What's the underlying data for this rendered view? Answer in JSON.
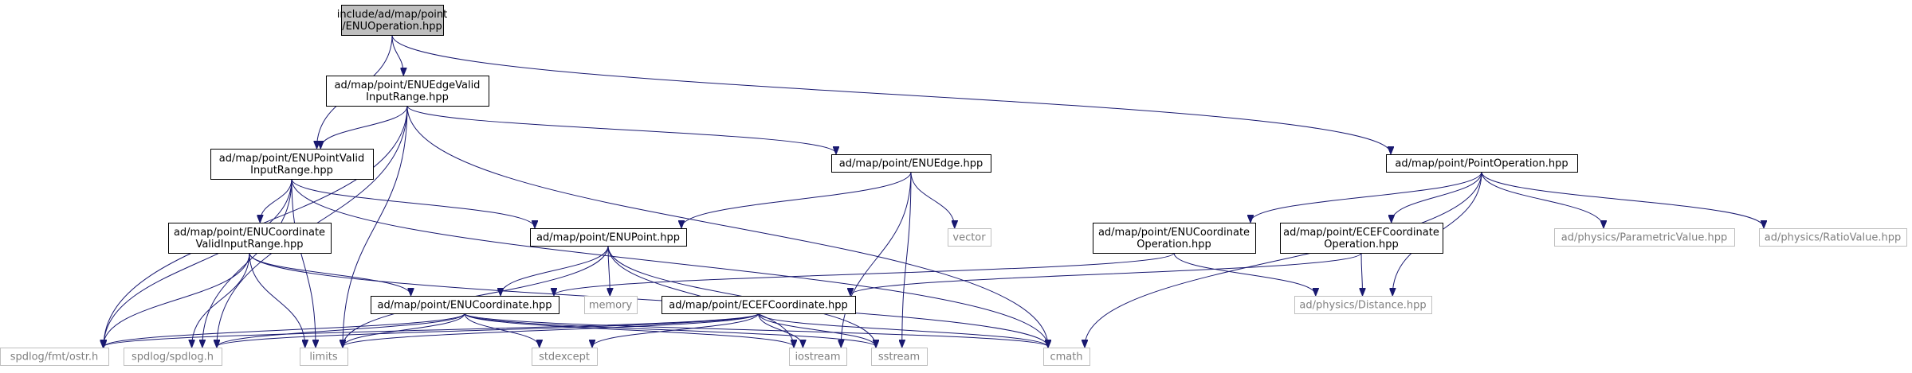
{
  "colors": {
    "edge": "#191970",
    "root_fill": "#bfbfbf",
    "node_border": "#000000",
    "external_border": "#bfbfbf",
    "external_text": "#808080",
    "text": "#000000",
    "background": "#ffffff"
  },
  "nodes": [
    {
      "id": "enu_operation",
      "lines": [
        "include/ad/map/point",
        "/ENUOperation.hpp"
      ],
      "kind": "root"
    },
    {
      "id": "enu_edge_valid",
      "lines": [
        "ad/map/point/ENUEdgeValid",
        "InputRange.hpp"
      ],
      "kind": "internal"
    },
    {
      "id": "enu_point_valid",
      "lines": [
        "ad/map/point/ENUPointValid",
        "InputRange.hpp"
      ],
      "kind": "internal"
    },
    {
      "id": "enu_edge",
      "lines": [
        "ad/map/point/ENUEdge.hpp"
      ],
      "kind": "internal"
    },
    {
      "id": "point_operation",
      "lines": [
        "ad/map/point/PointOperation.hpp"
      ],
      "kind": "internal"
    },
    {
      "id": "enu_coord_valid",
      "lines": [
        "ad/map/point/ENUCoordinate",
        "ValidInputRange.hpp"
      ],
      "kind": "internal"
    },
    {
      "id": "enu_point",
      "lines": [
        "ad/map/point/ENUPoint.hpp"
      ],
      "kind": "internal"
    },
    {
      "id": "vector",
      "lines": [
        "vector"
      ],
      "kind": "external"
    },
    {
      "id": "enu_coord_op",
      "lines": [
        "ad/map/point/ENUCoordinate",
        "Operation.hpp"
      ],
      "kind": "internal"
    },
    {
      "id": "ecef_coord_op",
      "lines": [
        "ad/map/point/ECEFCoordinate",
        "Operation.hpp"
      ],
      "kind": "internal"
    },
    {
      "id": "parametric_value",
      "lines": [
        "ad/physics/ParametricValue.hpp"
      ],
      "kind": "external"
    },
    {
      "id": "ratio_value",
      "lines": [
        "ad/physics/RatioValue.hpp"
      ],
      "kind": "external"
    },
    {
      "id": "enu_coordinate",
      "lines": [
        "ad/map/point/ENUCoordinate.hpp"
      ],
      "kind": "internal"
    },
    {
      "id": "memory",
      "lines": [
        "memory"
      ],
      "kind": "external"
    },
    {
      "id": "ecef_coordinate",
      "lines": [
        "ad/map/point/ECEFCoordinate.hpp"
      ],
      "kind": "internal"
    },
    {
      "id": "distance",
      "lines": [
        "ad/physics/Distance.hpp"
      ],
      "kind": "external"
    },
    {
      "id": "ostr",
      "lines": [
        "spdlog/fmt/ostr.h"
      ],
      "kind": "external"
    },
    {
      "id": "spdlog",
      "lines": [
        "spdlog/spdlog.h"
      ],
      "kind": "external"
    },
    {
      "id": "limits",
      "lines": [
        "limits"
      ],
      "kind": "external"
    },
    {
      "id": "stdexcept",
      "lines": [
        "stdexcept"
      ],
      "kind": "external"
    },
    {
      "id": "iostream",
      "lines": [
        "iostream"
      ],
      "kind": "external"
    },
    {
      "id": "sstream",
      "lines": [
        "sstream"
      ],
      "kind": "external"
    },
    {
      "id": "cmath",
      "lines": [
        "cmath"
      ],
      "kind": "external"
    }
  ],
  "edges": [
    [
      "enu_operation",
      "enu_edge_valid"
    ],
    [
      "enu_operation",
      "enu_point_valid"
    ],
    [
      "enu_operation",
      "point_operation"
    ],
    [
      "enu_edge_valid",
      "enu_point_valid"
    ],
    [
      "enu_edge_valid",
      "enu_edge"
    ],
    [
      "enu_edge_valid",
      "ostr"
    ],
    [
      "enu_edge_valid",
      "spdlog"
    ],
    [
      "enu_edge_valid",
      "limits"
    ],
    [
      "enu_edge_valid",
      "cmath"
    ],
    [
      "enu_point_valid",
      "enu_coord_valid"
    ],
    [
      "enu_point_valid",
      "enu_point"
    ],
    [
      "enu_point_valid",
      "ostr"
    ],
    [
      "enu_point_valid",
      "spdlog"
    ],
    [
      "enu_point_valid",
      "limits"
    ],
    [
      "enu_point_valid",
      "cmath"
    ],
    [
      "enu_edge",
      "enu_point"
    ],
    [
      "enu_edge",
      "vector"
    ],
    [
      "enu_edge",
      "iostream"
    ],
    [
      "enu_edge",
      "sstream"
    ],
    [
      "point_operation",
      "enu_coord_op"
    ],
    [
      "point_operation",
      "ecef_coord_op"
    ],
    [
      "point_operation",
      "parametric_value"
    ],
    [
      "point_operation",
      "ratio_value"
    ],
    [
      "point_operation",
      "distance"
    ],
    [
      "point_operation",
      "cmath"
    ],
    [
      "enu_coord_valid",
      "enu_coordinate"
    ],
    [
      "enu_coord_valid",
      "ostr"
    ],
    [
      "enu_coord_valid",
      "spdlog"
    ],
    [
      "enu_coord_valid",
      "limits"
    ],
    [
      "enu_coord_valid",
      "cmath"
    ],
    [
      "enu_point",
      "enu_coordinate"
    ],
    [
      "enu_point",
      "memory"
    ],
    [
      "enu_point",
      "limits"
    ],
    [
      "enu_point",
      "iostream"
    ],
    [
      "enu_point",
      "sstream"
    ],
    [
      "enu_coord_op",
      "enu_coordinate"
    ],
    [
      "enu_coord_op",
      "distance"
    ],
    [
      "ecef_coord_op",
      "ecef_coordinate"
    ],
    [
      "ecef_coord_op",
      "distance"
    ],
    [
      "enu_coordinate",
      "ostr"
    ],
    [
      "enu_coordinate",
      "spdlog"
    ],
    [
      "enu_coordinate",
      "limits"
    ],
    [
      "enu_coordinate",
      "stdexcept"
    ],
    [
      "enu_coordinate",
      "iostream"
    ],
    [
      "enu_coordinate",
      "sstream"
    ],
    [
      "enu_coordinate",
      "cmath"
    ],
    [
      "ecef_coordinate",
      "ostr"
    ],
    [
      "ecef_coordinate",
      "spdlog"
    ],
    [
      "ecef_coordinate",
      "limits"
    ],
    [
      "ecef_coordinate",
      "stdexcept"
    ],
    [
      "ecef_coordinate",
      "iostream"
    ],
    [
      "ecef_coordinate",
      "sstream"
    ],
    [
      "ecef_coordinate",
      "cmath"
    ]
  ]
}
